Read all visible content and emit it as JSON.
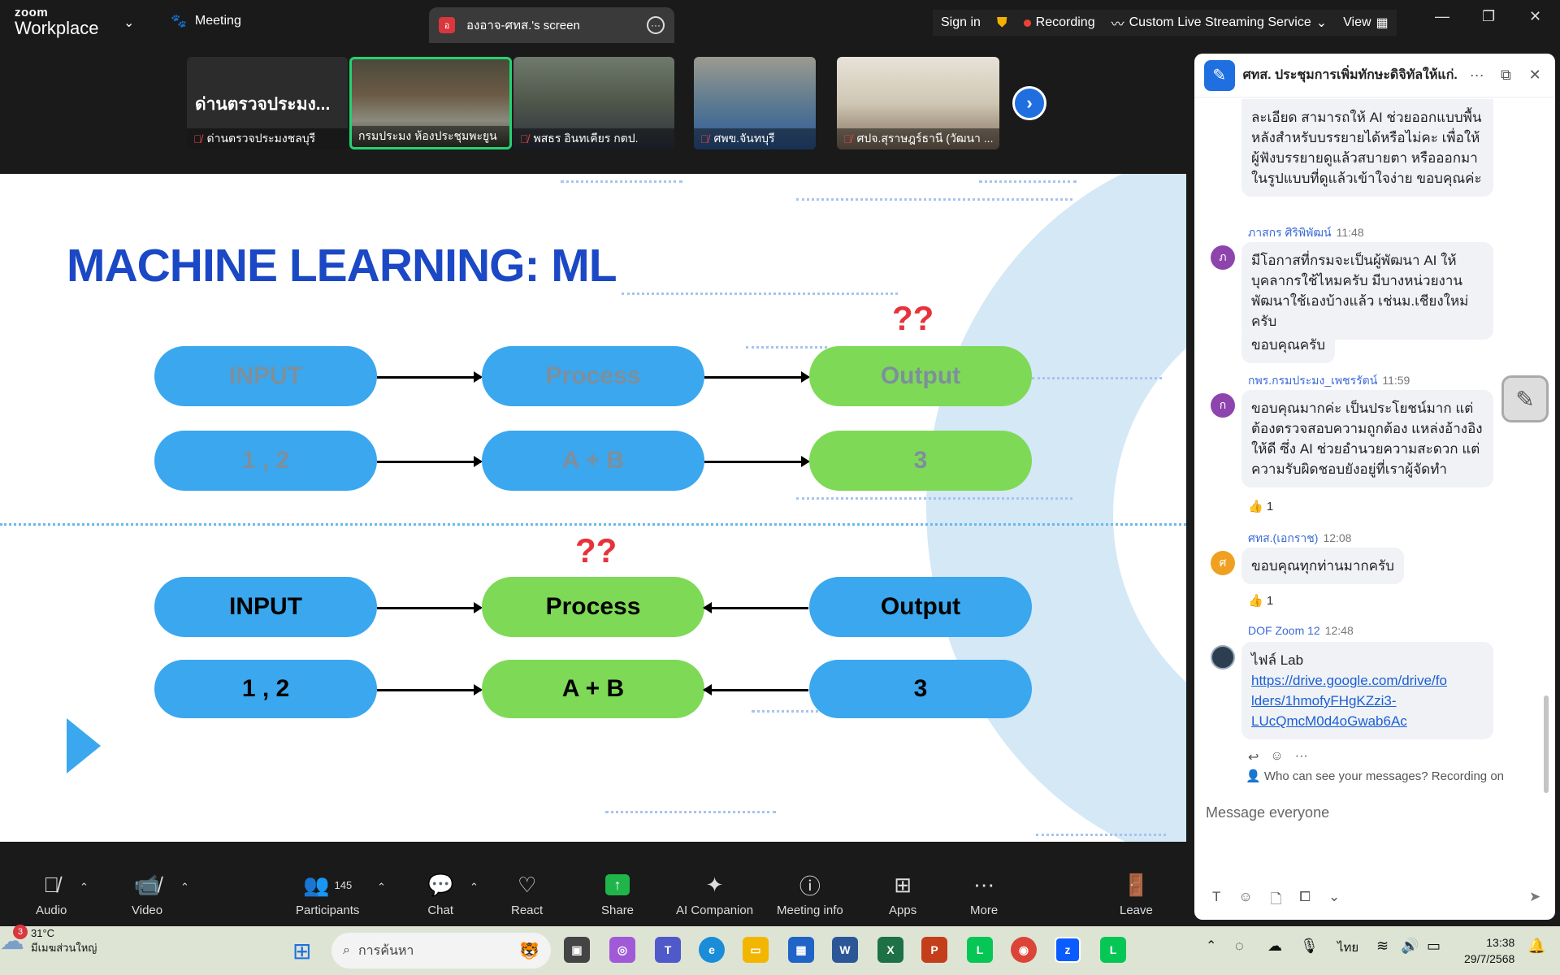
{
  "titlebar": {
    "logo_top": "zoom",
    "logo_bottom": "Workplace",
    "meeting_label": "Meeting",
    "share_badge": "อ",
    "share_tab_label": "องอาจ-ศทส.'s screen",
    "sign_in": "Sign in",
    "recording": "Recording",
    "streaming": "Custom Live Streaming Service",
    "view": "View"
  },
  "gallery": {
    "tiles": [
      {
        "big_text": "ด่านตรวจประมง...",
        "name": "ด่านตรวจประมงชลบุรี"
      },
      {
        "name": "กรมประมง ห้องประชุมพะยูน"
      },
      {
        "name": "พสธร อินทเคียร กตป."
      },
      {
        "name": "ศพข.จันทบุรี"
      },
      {
        "name": "ศปจ.สุราษฎร์ธานี (วัฒนา ..."
      }
    ]
  },
  "slide": {
    "title": "MACHINE LEARNING: ML",
    "top_section": {
      "question_marks": "??",
      "row1": [
        "INPUT",
        "Process",
        "Output"
      ],
      "row2": [
        "1 , 2",
        "A + B",
        "3"
      ]
    },
    "bottom_section": {
      "question_marks": "??",
      "row1": [
        "INPUT",
        "Process",
        "Output"
      ],
      "row2": [
        "1 , 2",
        "A + B",
        "3"
      ]
    }
  },
  "chat": {
    "title": "ศทส. ประชุมการเพิ่มทักษะดิจิทัลให้แก่...",
    "messages": [
      {
        "text": "ละเอียด สามารถให้ AI ช่วยออกแบบพื้นหลังสำหรับบรรยายได้หรือไม่คะ เพื่อให้ผู้ฟังบรรยายดูแล้วสบายตา หรือออกมาในรูปแบบที่ดูแล้วเข้าใจง่าย ขอบคุณค่ะ"
      },
      {
        "sender": "ภาสกร ศิริพิพัฒน์",
        "time": "11:48",
        "avatar": "ภ",
        "text": "มีโอกาสที่กรมจะเป็นผู้พัฒนา AI ให้บุคลากรใช้ไหมครับ มีบางหน่วยงานพัฒนาใช้เองบ้างแล้ว เช่นม.เชียงใหม่ครับ"
      },
      {
        "text": "ขอบคุณครับ"
      },
      {
        "sender": "กพร.กรมประมง_เพชรรัตน์",
        "time": "11:59",
        "avatar": "ก",
        "text": "ขอบคุณมากค่ะ เป็นประโยชน์มาก แต่ต้องตรวจสอบความถูกต้อง แหล่งอ้างอิงให้ดี ซึ่ง AI ช่วยอำนวยความสะดวก แต่ความรับผิดชอบยังอยู่ที่เราผู้จัดทำ",
        "reaction": "👍 1"
      },
      {
        "sender": "ศทส.(เอกราช)",
        "time": "12:08",
        "avatar": "ศ",
        "text": "ขอบคุณทุกท่านมากครับ",
        "reaction": "👍 1"
      },
      {
        "sender": "DOF Zoom 12",
        "time": "12:48",
        "text": "ไฟล์ Lab",
        "link": "https://drive.google.com/drive/folders/1hmofyFHgKZzi3-LUcQmcM0d4oGwab6Ac"
      }
    ],
    "link_lines": [
      "https://drive.google.com/drive/fo",
      "lders/1hmofyFHgKZzi3-",
      "LUcQmcM0d4oGwab6Ac"
    ],
    "recording_note": "Who can see your messages? Recording on",
    "input_placeholder": "Message everyone"
  },
  "toolbar": {
    "audio": "Audio",
    "video": "Video",
    "participants": "Participants",
    "participants_count": "145",
    "chat": "Chat",
    "react": "React",
    "share": "Share",
    "ai_companion": "AI Companion",
    "meeting_info": "Meeting info",
    "apps": "Apps",
    "more": "More",
    "leave": "Leave"
  },
  "taskbar": {
    "weather_badge": "3",
    "temperature": "31°C",
    "weather_desc": "มีเมฆส่วนใหญ่",
    "search_placeholder": "การค้นหา",
    "language": "ไทย",
    "time": "13:38",
    "date": "29/7/2568"
  },
  "colors": {
    "accent_blue": "#1f6fe0",
    "slide_title": "#1b48c4",
    "pill_blue": "#3aa7ee",
    "pill_green": "#7ed957",
    "question_red": "#e8323a",
    "active_speaker": "#24d273"
  }
}
